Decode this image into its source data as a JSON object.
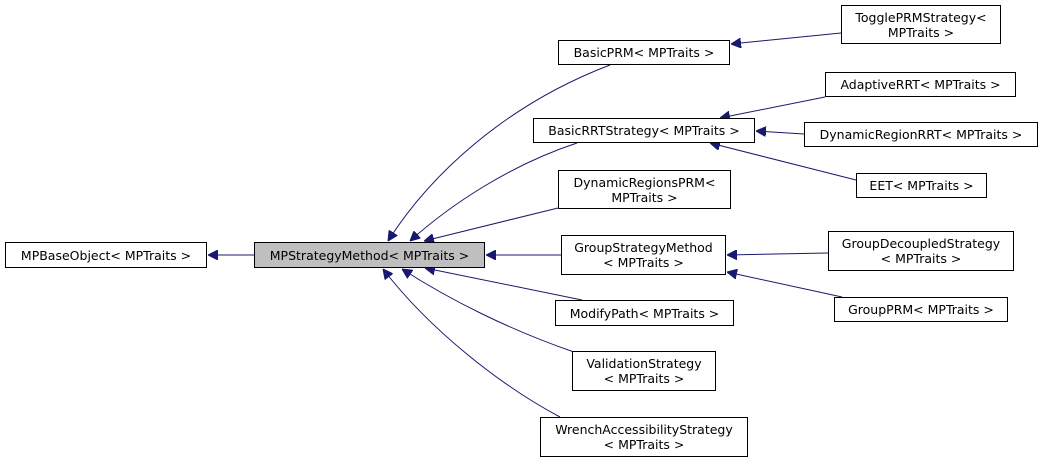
{
  "diagram": {
    "colors": {
      "edge": "#191970",
      "border": "#000000",
      "highlight": "#bfbfbf",
      "background": "#ffffff"
    },
    "nodes": {
      "mpbaseobject": "MPBaseObject< MPTraits >",
      "mpstrategymethod": "MPStrategyMethod< MPTraits >",
      "basicprm": "BasicPRM< MPTraits >",
      "toggleprmstrategy": "TogglePRMStrategy<\nMPTraits >",
      "basicrrtstrategy": "BasicRRTStrategy< MPTraits >",
      "adaptiverrt": "AdaptiveRRT< MPTraits >",
      "dynamicregionrrt": "DynamicRegionRRT< MPTraits >",
      "eet": "EET< MPTraits >",
      "dynamicregionsprm": "DynamicRegionsPRM<\nMPTraits >",
      "groupstrategymethod": "GroupStrategyMethod\n< MPTraits >",
      "groupdecoupledstrategy": "GroupDecoupledStrategy\n< MPTraits >",
      "groupprm": "GroupPRM< MPTraits >",
      "modifypath": "ModifyPath< MPTraits >",
      "validationstrategy": "ValidationStrategy\n< MPTraits >",
      "wrenchaccessibilitystrategy": "WrenchAccessibilityStrategy\n< MPTraits >"
    },
    "highlighted": "mpstrategymethod",
    "edges": [
      {
        "from": "mpstrategymethod",
        "to": "mpbaseobject"
      },
      {
        "from": "basicprm",
        "to": "mpstrategymethod"
      },
      {
        "from": "basicrrtstrategy",
        "to": "mpstrategymethod"
      },
      {
        "from": "dynamicregionsprm",
        "to": "mpstrategymethod"
      },
      {
        "from": "groupstrategymethod",
        "to": "mpstrategymethod"
      },
      {
        "from": "modifypath",
        "to": "mpstrategymethod"
      },
      {
        "from": "validationstrategy",
        "to": "mpstrategymethod"
      },
      {
        "from": "wrenchaccessibilitystrategy",
        "to": "mpstrategymethod"
      },
      {
        "from": "toggleprmstrategy",
        "to": "basicprm"
      },
      {
        "from": "adaptiverrt",
        "to": "basicrrtstrategy"
      },
      {
        "from": "dynamicregionrrt",
        "to": "basicrrtstrategy"
      },
      {
        "from": "eet",
        "to": "basicrrtstrategy"
      },
      {
        "from": "groupdecoupledstrategy",
        "to": "groupstrategymethod"
      },
      {
        "from": "groupprm",
        "to": "groupstrategymethod"
      }
    ]
  }
}
